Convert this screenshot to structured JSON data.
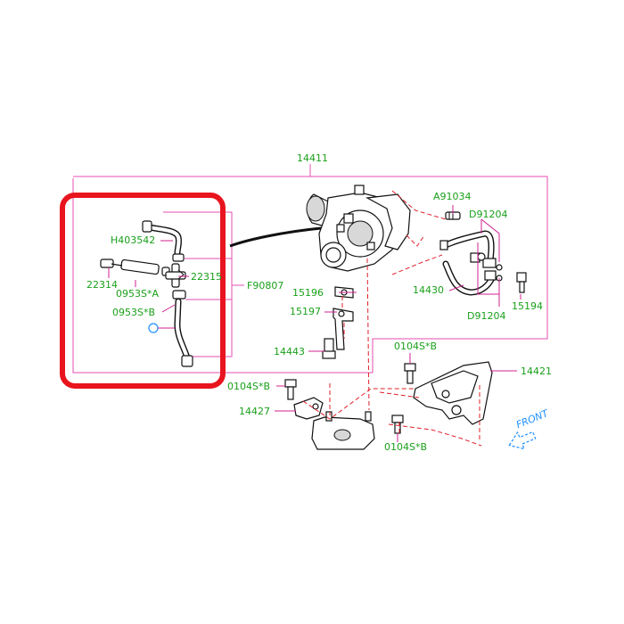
{
  "colors": {
    "label": "#1aa01a",
    "leader": "#d02090",
    "highlight": "#e8141e",
    "dashed": "#e0202a",
    "ring": "#1e90ff",
    "front": "#1e90ff"
  },
  "labels": {
    "p14411": "14411",
    "pA91034": "A91034",
    "pD91204_top": "D91204",
    "pH403542": "H403542",
    "p22314": "22314",
    "p22315": "22315",
    "pF90807": "F90807",
    "p0953SA": "0953S*A",
    "p0953SB": "0953S*B",
    "p15196": "15196",
    "p15197": "15197",
    "p14430": "14430",
    "pD91204_bot": "D91204",
    "p15194": "15194",
    "p14443": "14443",
    "p0104SB_top": "0104S*B",
    "p14421": "14421",
    "p0104SB_left": "0104S*B",
    "p14427": "14427",
    "p0104SB_bot": "0104S*B",
    "front": "FRONT"
  }
}
